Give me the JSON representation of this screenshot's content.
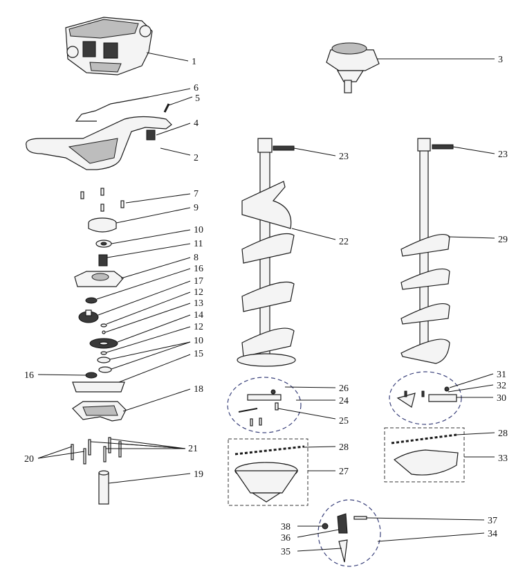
{
  "callouts": {
    "c1": "1",
    "c2": "2",
    "c3": "3",
    "c4": "4",
    "c5": "5",
    "c6": "6",
    "c7": "7",
    "c8": "8",
    "c9": "9",
    "c10a": "10",
    "c10b": "10",
    "c11": "11",
    "c12a": "12",
    "c12b": "12",
    "c13": "13",
    "c14": "14",
    "c15": "15",
    "c16a": "16",
    "c16b": "16",
    "c17": "17",
    "c18": "18",
    "c19": "19",
    "c20": "20",
    "c21": "21",
    "c22": "22",
    "c23a": "23",
    "c23b": "23",
    "c24": "24",
    "c25": "25",
    "c26": "26",
    "c27": "27",
    "c28a": "28",
    "c28b": "28",
    "c29": "29",
    "c30": "30",
    "c31": "31",
    "c32": "32",
    "c33": "33",
    "c34": "34",
    "c35": "35",
    "c36": "36",
    "c37": "37",
    "c38": "38"
  }
}
